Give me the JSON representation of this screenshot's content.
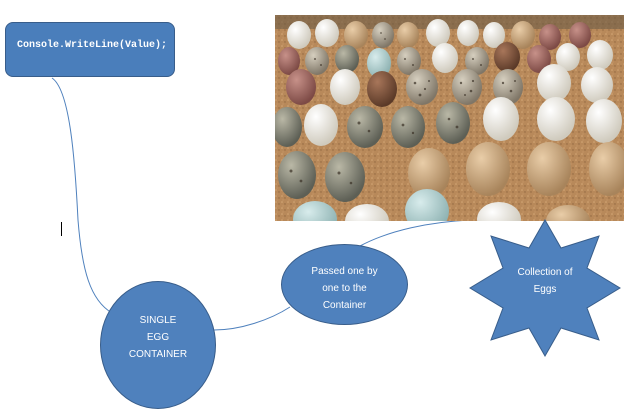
{
  "code_box": {
    "text": "Console.WriteLine(Value);"
  },
  "single_circle": {
    "lines": [
      "SINGLE",
      "EGG",
      "CONTAINER"
    ]
  },
  "passed_circle": {
    "lines": [
      "Passed one by",
      "one to the",
      "Container"
    ]
  },
  "star": {
    "lines": [
      "Collection of",
      "Eggs"
    ]
  },
  "photo": {
    "icon": "egg-collection-photo"
  },
  "colors": {
    "shape_fill": "#4f81bd",
    "shape_border": "#385d8a",
    "connector": "#4f81bd"
  }
}
